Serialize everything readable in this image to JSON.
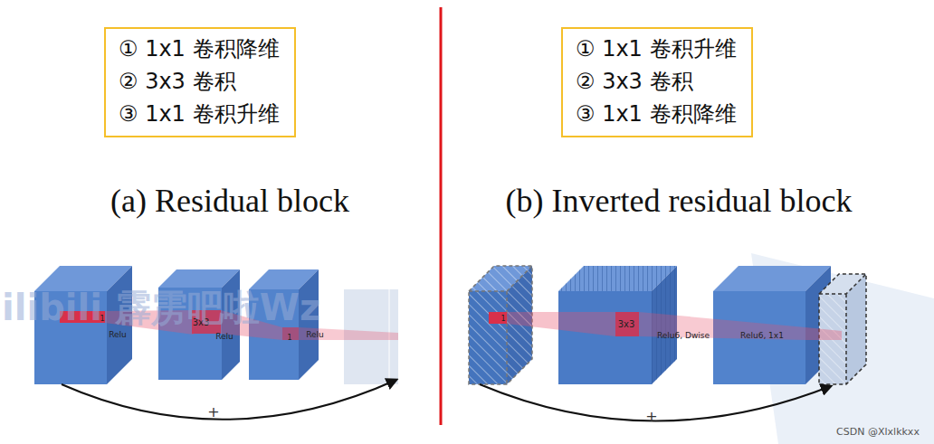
{
  "diagram": {
    "nodes": [
      {
        "text": [
          "① 1x1 卷积降维",
          "② 3x3 卷积",
          "③ 1x1 卷积升维"
        ]
      },
      {
        "text": [
          "① 1x1 卷积升维",
          "② 3x3 卷积",
          "③ 1x1 卷积降维"
        ]
      }
    ],
    "labels": [
      "(a) Residual block",
      "(b) Inverted residual block",
      "1",
      "Relu",
      "3x3",
      "Relu",
      "1",
      "Relu",
      "+",
      "1",
      "3x3",
      "Relu6, Dwise",
      "Relu6, 1x1",
      "+",
      "ilibili 霹雳吧啦Wz",
      "CSDN @Xlxlkkxx"
    ]
  }
}
